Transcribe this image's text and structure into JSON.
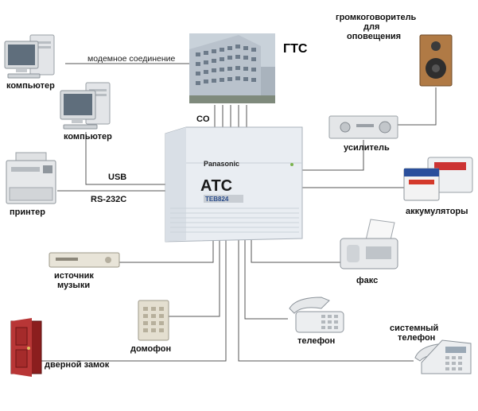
{
  "colors": {
    "line": "#555555",
    "pbx_body": "#e9edf2",
    "pbx_text": "#1a1a1a",
    "label": "#1a1a1a"
  },
  "center": {
    "brand": "Panasonic",
    "title": "АТС",
    "model_badge": "TEB824"
  },
  "links": {
    "co": "CO",
    "usb": "USB",
    "rs232": "RS-232C",
    "modem": "модемное соединение"
  },
  "devices": {
    "pstn": "ГТС",
    "computer1": "компьютер",
    "computer2": "компьютер",
    "printer": "принтер",
    "music_source": [
      "источник",
      "музыки"
    ],
    "door_lock": "дверной замок",
    "intercom": "домофон",
    "phone": "телефон",
    "system_phone": [
      "системный",
      "телефон"
    ],
    "fax": "факс",
    "batteries": "аккумуляторы",
    "amplifier": "усилитель",
    "speaker": [
      "громкоговоритель",
      "для",
      "оповещения"
    ]
  },
  "icons": {
    "pstn": "office-building-icon",
    "computer": "desktop-computer-icon",
    "printer": "laser-printer-icon",
    "music": "cd-player-icon",
    "door": "door-icon",
    "intercom": "intercom-panel-icon",
    "phone": "desk-phone-icon",
    "system_phone": "system-phone-icon",
    "fax": "fax-machine-icon",
    "battery": "battery-icon",
    "amplifier": "amplifier-icon",
    "speaker": "loudspeaker-icon"
  }
}
